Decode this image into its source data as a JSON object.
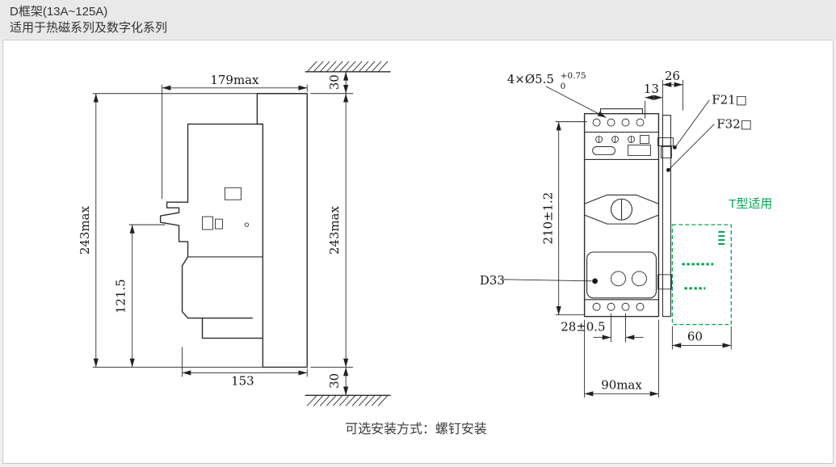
{
  "header": {
    "title": "D框架(13A~125A)",
    "subtitle": "适用于热磁系列及数字化系列"
  },
  "caption": "可选安装方式：螺钉安装",
  "colors": {
    "accent_green": "#00a651",
    "drawing_line": "#2c2c2c",
    "header_bg": "#e9e9e9"
  },
  "side_view": {
    "width_top": "179max",
    "height_left": "243max",
    "half_height": "121.5",
    "width_bottom": "153",
    "clearance_top": "30",
    "height_right": "243max",
    "clearance_bottom": "30"
  },
  "front_view": {
    "holes": "4×Ø5.5",
    "holes_tol_upper": "+0.75",
    "holes_tol_lower": "0",
    "offset_13": "13",
    "offset_26": "26",
    "accessory_f21": "F21□",
    "accessory_f32": "F32□",
    "hole_pitch_v": "210±1.2",
    "point_d33": "D33",
    "hole_pitch_h": "28±0.5",
    "rail_width": "60",
    "width": "90max",
    "t_type": "T型适用"
  }
}
